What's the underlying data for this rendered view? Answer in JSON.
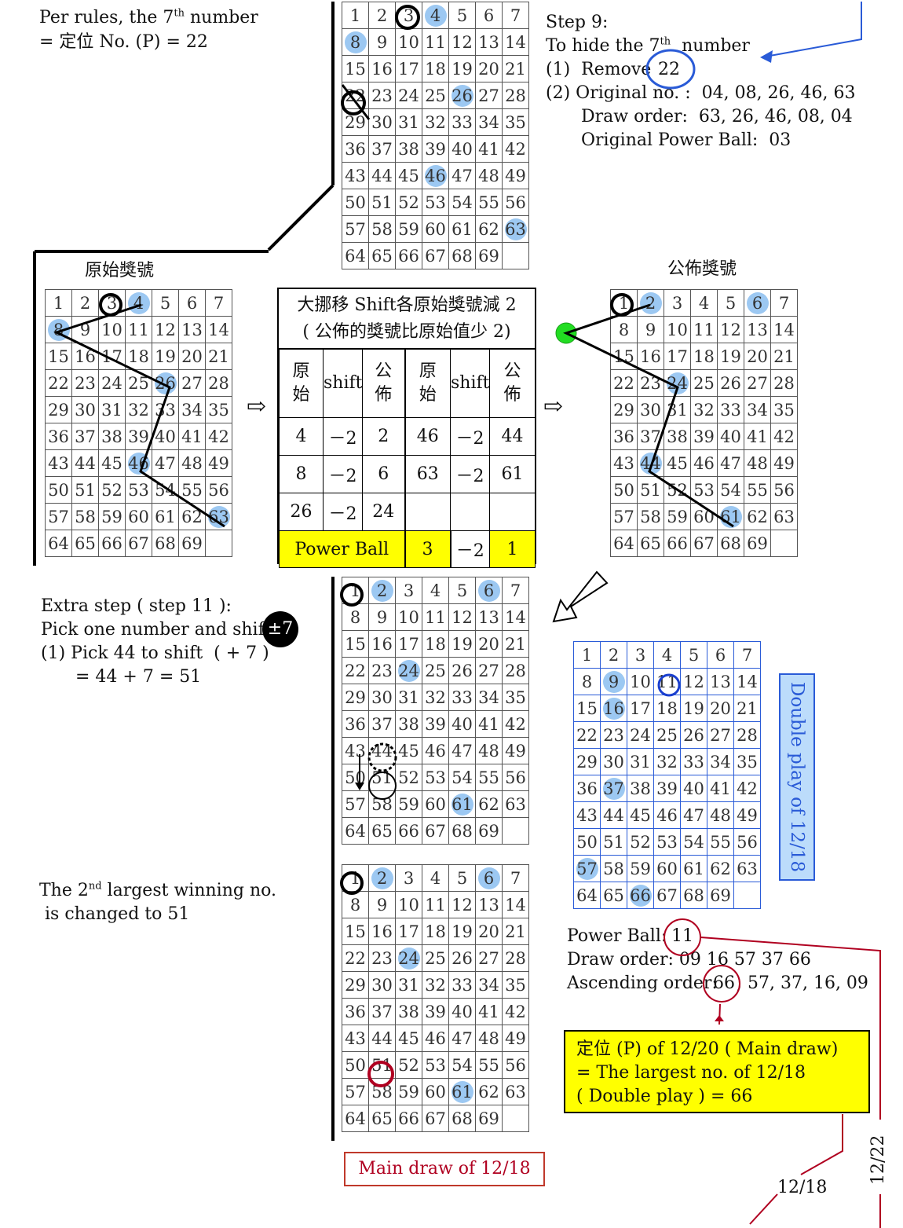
{
  "rules_note": [
    "Per rules, the 7",
    "th",
    " number",
    "= 定位 No. (P) = 22"
  ],
  "step9": {
    "title": "Step 9:",
    "hide_line": [
      "To hide the 7",
      "th",
      "  number"
    ],
    "remove_label": "(1)  Remove",
    "remove_value": "22",
    "original_label": "(2) Original no. :  04, 08, 26, 46, 63",
    "draw_order": "Draw order:  63, 26, 46, 08, 04",
    "power_ball": "Original Power Ball:  03"
  },
  "labels": {
    "original": "原始獎號",
    "published": "公佈獎號"
  },
  "shift_table": {
    "title_line1": "大挪移 Shift各原始獎號減 2",
    "title_line2": "( 公佈的獎號比原始值少 2)",
    "col_original": "原\n始",
    "col_shift": "shift",
    "col_published": "公\n佈",
    "rows": [
      [
        "4",
        "－2",
        "2",
        "46",
        "－2",
        "44"
      ],
      [
        "8",
        "－2",
        "6",
        "63",
        "－2",
        "61"
      ],
      [
        "26",
        "－2",
        "24",
        "",
        "",
        ""
      ]
    ],
    "power_ball_label": "Power Ball",
    "power_ball_row": [
      "3",
      "－2",
      "1"
    ]
  },
  "extra_step": {
    "line1": "Extra step ( step 11 ):",
    "line2": "Pick one number and shift",
    "badge": "±7",
    "line3": "(1) Pick 44 to shift  ( + 7 )",
    "line4": "= 44 + 7 = 51"
  },
  "second_largest": [
    "The 2",
    "nd",
    " largest winning no.",
    " is changed to 51"
  ],
  "double_play": {
    "label": "Double play of 12/18",
    "power_ball_label": "Power Ball:",
    "power_ball_value": "11",
    "draw_order": "Draw order: 09 16 57 37 66",
    "ascending_label": "Ascending order:",
    "ascending_first": "66",
    "ascending_rest": ", 57, 37, 16, 09"
  },
  "yellow_note": [
    "定位 (P) of 12/20 ( Main draw)",
    "= The largest no. of 12/18",
    "( Double play ) = 66"
  ],
  "main_draw_label": "Main draw of 12/18",
  "date_1218": "12/18",
  "date_1222": "12/22",
  "grids": {
    "top": [
      4,
      8,
      26,
      46,
      63
    ],
    "original": [
      4,
      8,
      26,
      46,
      63
    ],
    "published": [
      2,
      6,
      24,
      44,
      61
    ],
    "shift7": [
      2,
      6,
      24,
      61
    ],
    "final": [
      2,
      6,
      24,
      61
    ],
    "double_play": [
      9,
      16,
      37,
      57,
      66
    ]
  },
  "colors": {
    "highlight": "#9cc8f2",
    "blue": "#2a5bd7",
    "red": "#b00020",
    "yellow": "#ffff00",
    "green": "#22dd22"
  }
}
